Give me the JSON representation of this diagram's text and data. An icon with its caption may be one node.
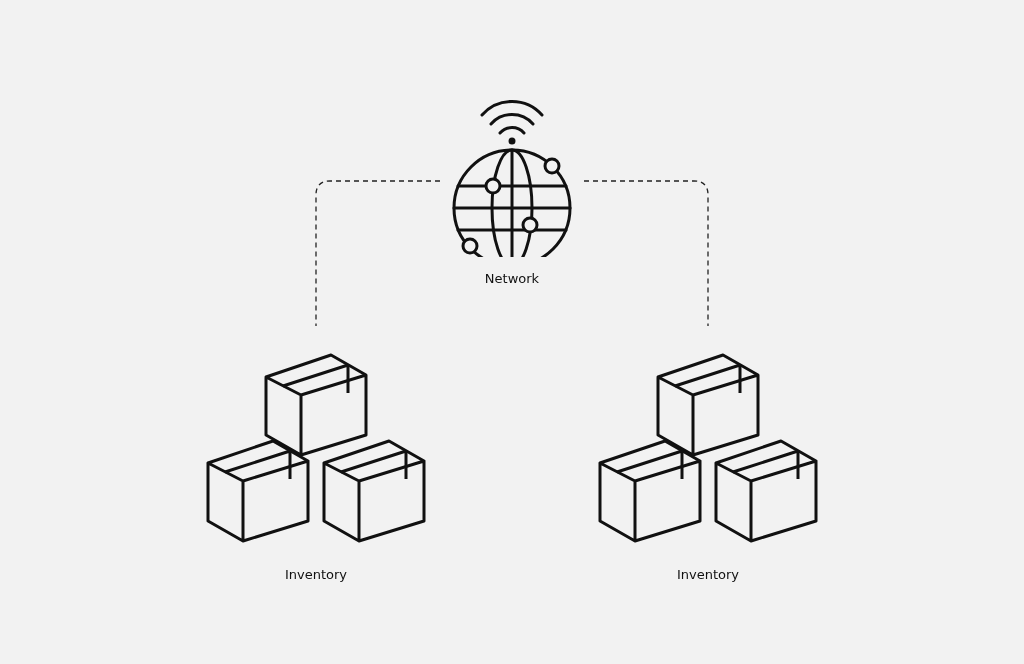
{
  "diagram": {
    "nodes": [
      {
        "text": [
          "Network"
        ]
      },
      {
        "text": [
          "Inventory"
        ]
      },
      {
        "text": [
          "Inventory"
        ]
      }
    ],
    "edges": [
      {
        "from": 0,
        "to": 1,
        "arrow": "none",
        "style": "dashed"
      },
      {
        "from": 0,
        "to": 2,
        "arrow": "none",
        "style": "dashed"
      }
    ]
  }
}
